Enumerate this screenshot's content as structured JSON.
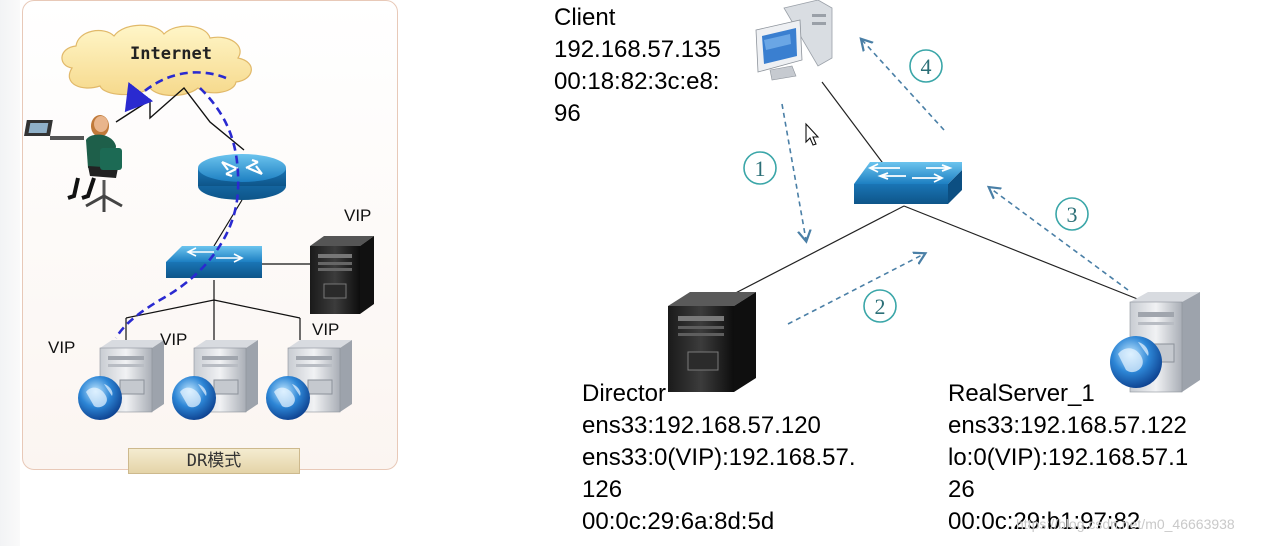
{
  "left_panel": {
    "internet_label": "Internet",
    "caption": "DR模式",
    "vip_labels": [
      "VIP",
      "VIP",
      "VIP",
      "VIP"
    ]
  },
  "right_diagram": {
    "client": {
      "lines": [
        "Client",
        "192.168.57.135",
        "00:18:82:3c:e8:",
        "96"
      ]
    },
    "director": {
      "lines": [
        "Director",
        "ens33:192.168.57.120",
        "ens33:0(VIP):192.168.57.",
        "126",
        "00:0c:29:6a:8d:5d"
      ]
    },
    "realserver": {
      "lines": [
        "RealServer_1",
        "ens33:192.168.57.122",
        "lo:0(VIP):192.168.57.1",
        "26",
        "00:0c:29:b1:97:82"
      ]
    },
    "steps": [
      "1",
      "2",
      "3",
      "4"
    ]
  },
  "watermark": "https://blog.csdn.net/m0_46663938",
  "colors": {
    "dash_arrow_blue": "#2a2ad0",
    "dash_arrow_teal": "#4a7fa6",
    "device_blue": "#2e86c8",
    "step_circle": "#2b6f77"
  },
  "icons": [
    "cloud-icon",
    "user-at-computer-icon",
    "router-icon",
    "switch-icon",
    "server-icon",
    "web-server-icon",
    "monitor-pc-icon",
    "mouse-cursor-icon"
  ]
}
